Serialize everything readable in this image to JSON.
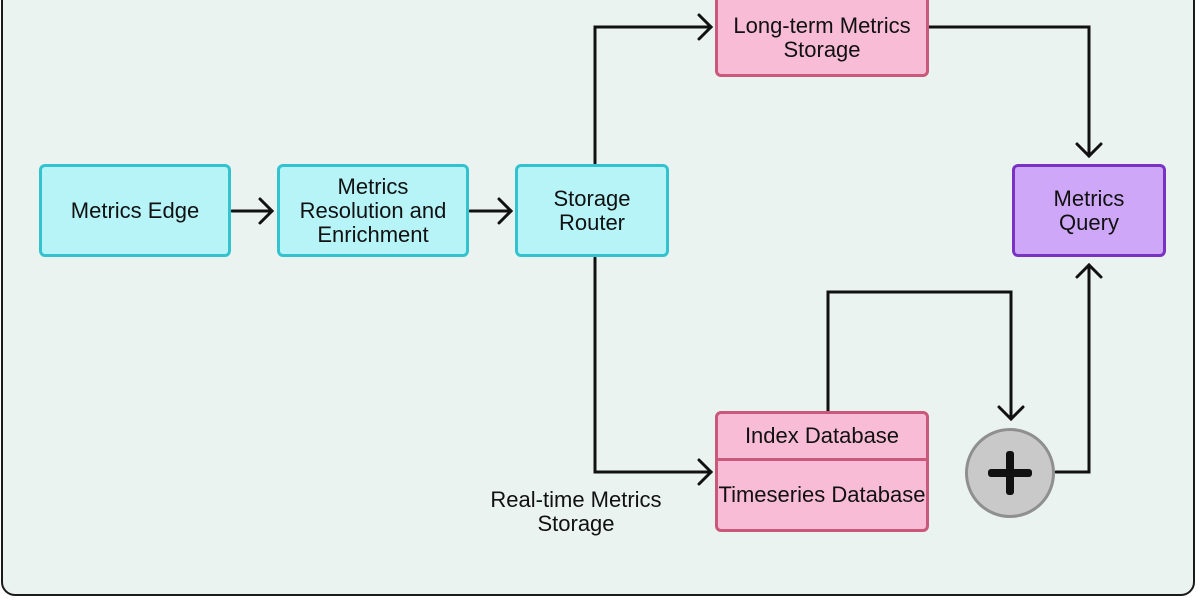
{
  "nodes": {
    "metrics_edge": "Metrics Edge",
    "metrics_resolution": "Metrics Resolution and Enrichment",
    "storage_router": "Storage Router",
    "long_term_storage": "Long-term Metrics Storage",
    "metrics_query": "Metrics Query",
    "index_database": "Index Database",
    "timeseries_database": "Timeseries Database"
  },
  "labels": {
    "real_time_storage": "Real-time Metrics Storage"
  },
  "icons": {
    "combine": "plus-icon"
  },
  "colors": {
    "background": "#eaf3f0",
    "cyan_fill": "#b6f4f8",
    "cyan_border": "#33c3cf",
    "pink_fill": "#f9bcd6",
    "pink_border": "#c9587a",
    "purple_fill": "#cfa7f9",
    "purple_border": "#7a32c2",
    "plus_fill": "#c9c9c9"
  }
}
